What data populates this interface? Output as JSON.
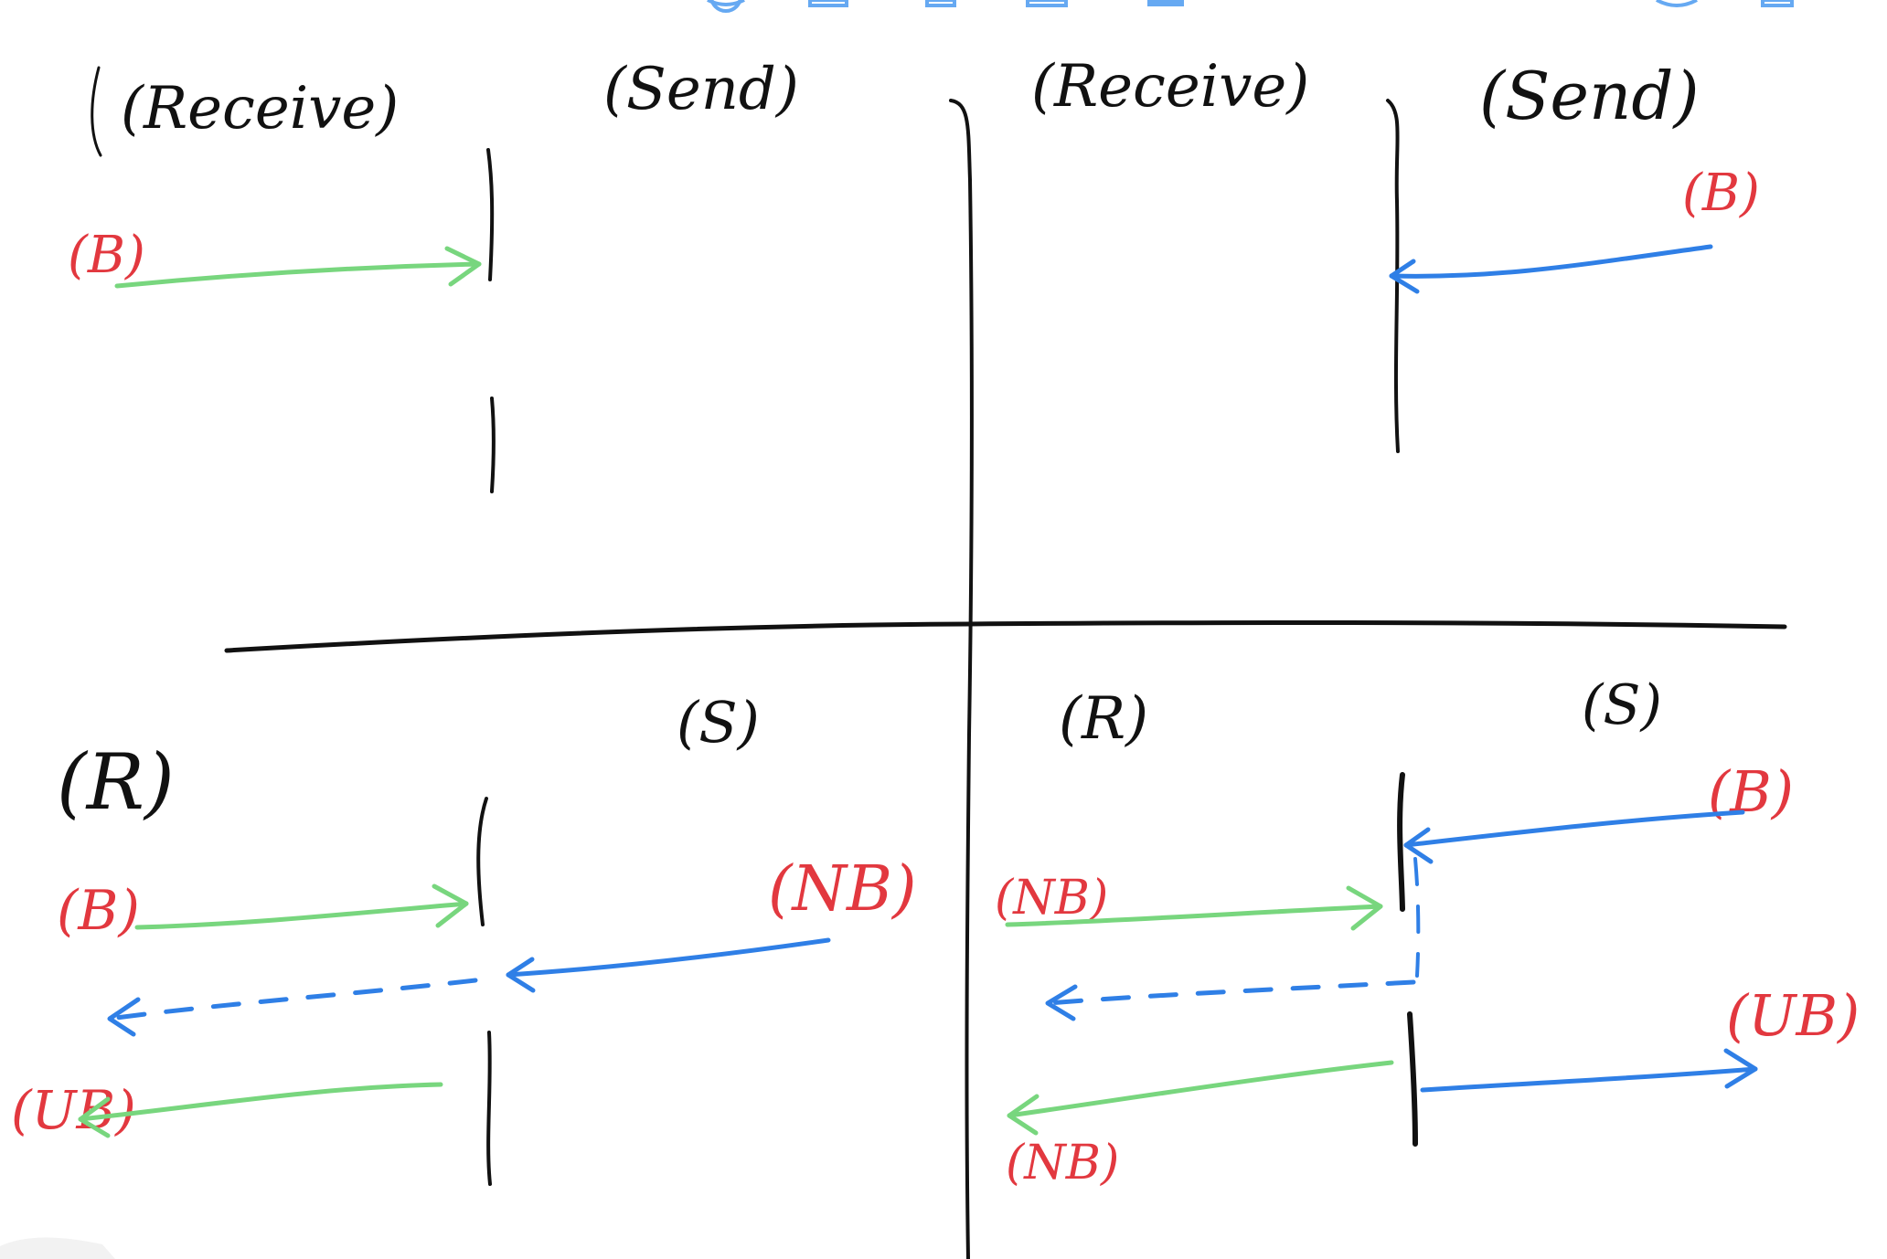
{
  "quadrants": {
    "top_left": {
      "receive_label": "(Receive)",
      "send_label": "(Send)",
      "arrow_labels": [
        "(B)"
      ]
    },
    "top_right": {
      "receive_label": "(Receive)",
      "send_label": "(Send)",
      "arrow_labels": [
        "(B)"
      ]
    },
    "bottom_left": {
      "receive_label": "(R)",
      "send_label": "(S)",
      "arrow_labels": [
        "(B)",
        "(NB)",
        "(UB)"
      ]
    },
    "bottom_right": {
      "receive_label": "(R)",
      "send_label": "(S)",
      "arrow_labels": [
        "(NB)",
        "(B)",
        "(UB)",
        "(NB)"
      ]
    }
  },
  "colors": {
    "ink": "#111111",
    "label_red": "#e2383f",
    "green_arrow": "#78d67e",
    "blue_arrow": "#2f7fe6",
    "toolbar_blue": "#66a9f2"
  },
  "icons": {
    "toolbar": [
      "circle-icon",
      "frame-icon",
      "frame-icon",
      "frame-icon",
      "selected-tool-icon",
      "circle-icon",
      "frame-icon"
    ]
  }
}
